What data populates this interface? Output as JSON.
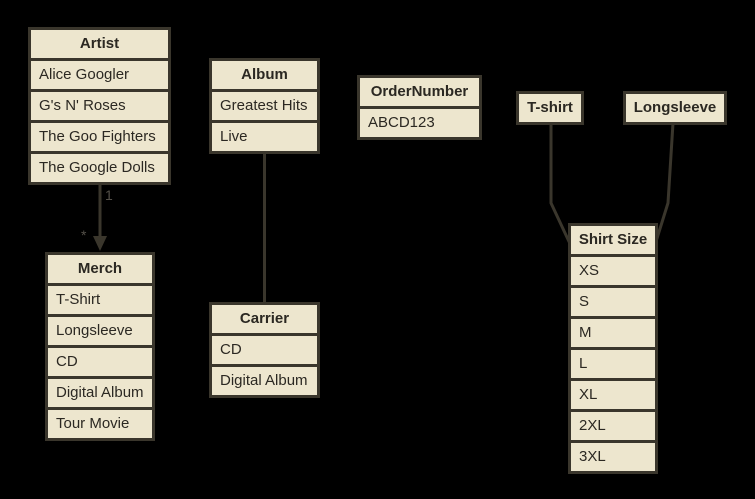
{
  "colors": {
    "bg": "#000000",
    "fill": "#EDE6CE",
    "border": "#3A362C",
    "text": "#2B2822",
    "label": "#55514A"
  },
  "entities": {
    "artist": {
      "title": "Artist",
      "rows": [
        "Alice Googler",
        "G's N' Roses",
        "The Goo Fighters",
        "The Google Dolls"
      ]
    },
    "album": {
      "title": "Album",
      "rows": [
        "Greatest Hits",
        "Live"
      ]
    },
    "order_number": {
      "title": "OrderNumber",
      "rows": [
        "ABCD123"
      ]
    },
    "tshirt": {
      "title": "T-shirt",
      "rows": []
    },
    "longsleeve": {
      "title": "Longsleeve",
      "rows": []
    },
    "merch": {
      "title": "Merch",
      "rows": [
        "T-Shirt",
        "Longsleeve",
        "CD",
        "Digital Album",
        "Tour Movie"
      ]
    },
    "carrier": {
      "title": "Carrier",
      "rows": [
        "CD",
        "Digital Album"
      ]
    },
    "shirt_size": {
      "title": "Shirt Size",
      "rows": [
        "XS",
        "S",
        "M",
        "L",
        "XL",
        "2XL",
        "3XL"
      ]
    }
  },
  "connectors": {
    "artist_merch": {
      "from": "Artist",
      "to": "Merch",
      "source_label": "1",
      "target_label": "*"
    },
    "album_carrier": {
      "from": "Album",
      "to": "Carrier"
    },
    "tshirt_shirtsize": {
      "from": "T-shirt",
      "to": "Shirt Size"
    },
    "longsleeve_shirtsize": {
      "from": "Longsleeve",
      "to": "Shirt Size"
    }
  }
}
